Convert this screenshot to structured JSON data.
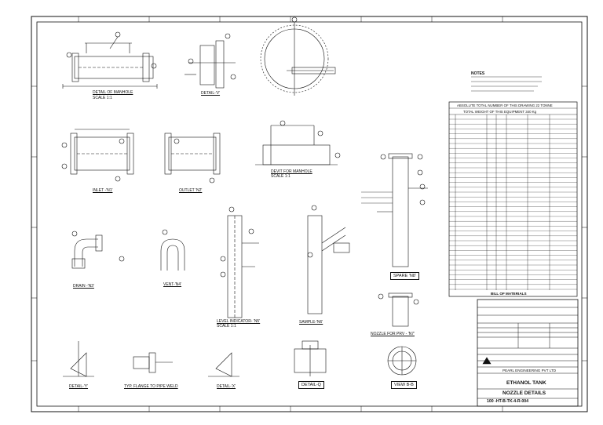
{
  "drawing": {
    "view_labels": {
      "manhole": "DETAIL OF MANHOLE",
      "detail_v": "DETAIL-'V'",
      "inlet": "INLET -'N1'",
      "outlet": "OUTLET 'N2'",
      "davit": "DEVIT FOR MANHOLE",
      "drain": "DRAIN -'N3'",
      "vent": "VENT-'N4'",
      "level": "LEVEL INDICATOR- 'N5'",
      "sample": "SAMPLE-'N6'",
      "spare": "SPARE 'N8'",
      "prv": "NOZZLE FOR PRV - 'N7'",
      "detail_y": "DETAIL-'Y'",
      "flange": "TYP. FLANGE TO PIPE WELD",
      "detail_x": "DETAIL-'X'",
      "detail_q": "DETAIL-Q",
      "view_bb": "VIEW B-B"
    },
    "scale_texts": {
      "s1": "SCALE 1:1",
      "s2": "SCALE 1:1",
      "s3": "SCALE 1:1"
    },
    "notes_title": "NOTES",
    "bom_header": "ABSOLUTE TOTAL NUMBER OF THIS DRAWING 22 TONNE",
    "bom_subheader": "TOTAL WEIGHT OF THIS EQUIPMENT 340 Kg",
    "materials_header": "BILL OF MATERIALS",
    "title_block": {
      "company": "PEARL ENGINEERING PVT LTD",
      "title1": "ETHANOL TANK",
      "title2": "NOZZLE DETAILS",
      "drawing_no": "100 -HT-B-TK-4-R-004"
    }
  }
}
